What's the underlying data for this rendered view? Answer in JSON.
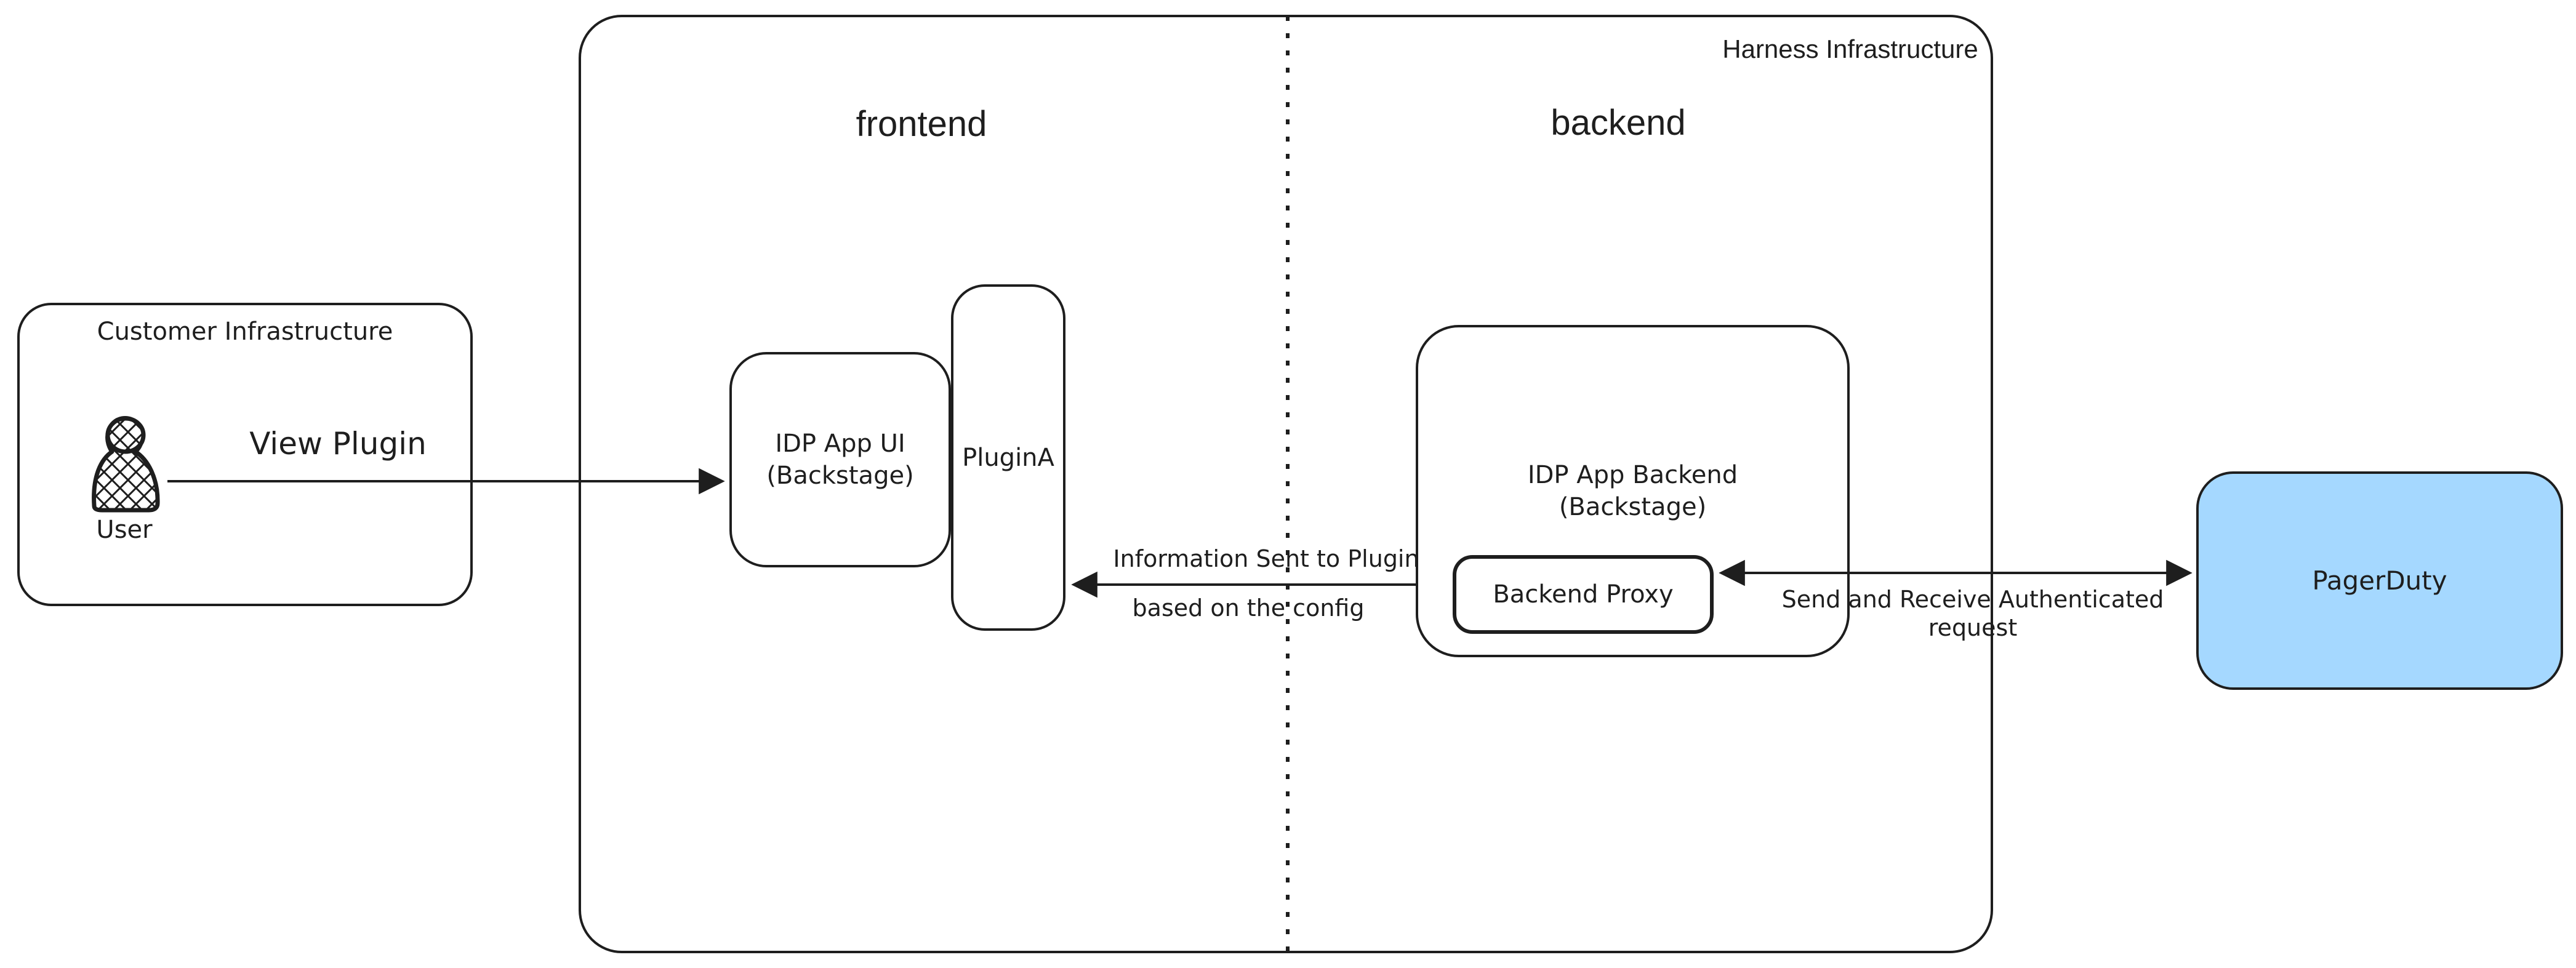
{
  "colors": {
    "stroke": "#1e1e1e",
    "pagerduty_fill": "#a5d8ff",
    "user_hatch": "#c7d3de",
    "background": "#ffffff"
  },
  "harness": {
    "title": "Harness Infrastructure",
    "frontend_label": "frontend",
    "backend_label": "backend"
  },
  "customer": {
    "title": "Customer Infrastructure",
    "user_label": "User"
  },
  "icons": {
    "user": "user-icon"
  },
  "nodes": {
    "idp_ui": {
      "line1": "IDP App UI",
      "line2": "(Backstage)"
    },
    "plugin_a": {
      "label": "PluginA"
    },
    "idp_backend": {
      "line1": "IDP App Backend",
      "line2": "(Backstage)"
    },
    "backend_proxy": {
      "label": "Backend Proxy"
    },
    "pagerduty": {
      "label": "PagerDuty"
    }
  },
  "edges": {
    "view_plugin": {
      "label": "View Plugin"
    },
    "info_sent": {
      "line1": "Information Sent to Plugin",
      "line2": "based on the config"
    },
    "auth_request": {
      "line1": "Send and Receive Authenticated",
      "line2": "request"
    }
  }
}
